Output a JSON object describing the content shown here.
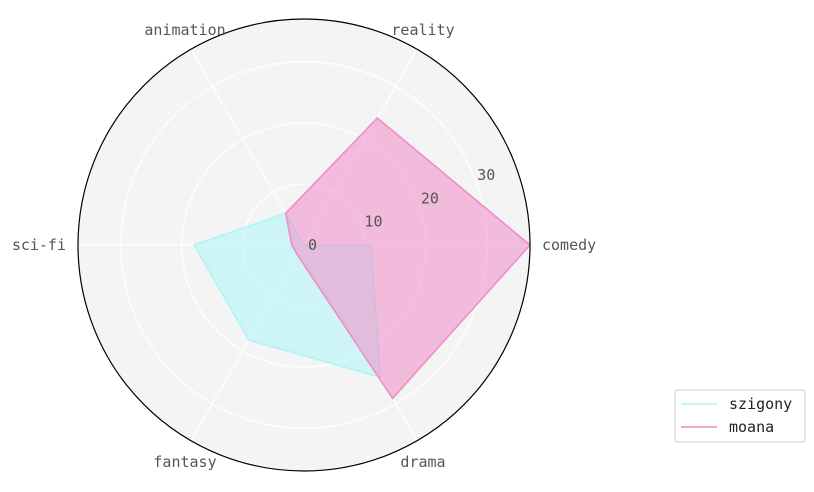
{
  "chart_data": {
    "type": "radar",
    "categories": [
      "comedy",
      "reality",
      "animation",
      "sci-fi",
      "fantasy",
      "drama"
    ],
    "series": [
      {
        "name": "szigony",
        "values": [
          11,
          0,
          6,
          18,
          18,
          25
        ],
        "color": "#aef5f5"
      },
      {
        "name": "moana",
        "values": [
          37,
          24,
          6,
          2,
          2,
          29
        ],
        "color": "#f08cc8"
      }
    ],
    "rticks": [
      0,
      10,
      20,
      30
    ],
    "rlim": [
      0,
      37
    ],
    "grid": true,
    "legend_position": "bottom-right"
  }
}
